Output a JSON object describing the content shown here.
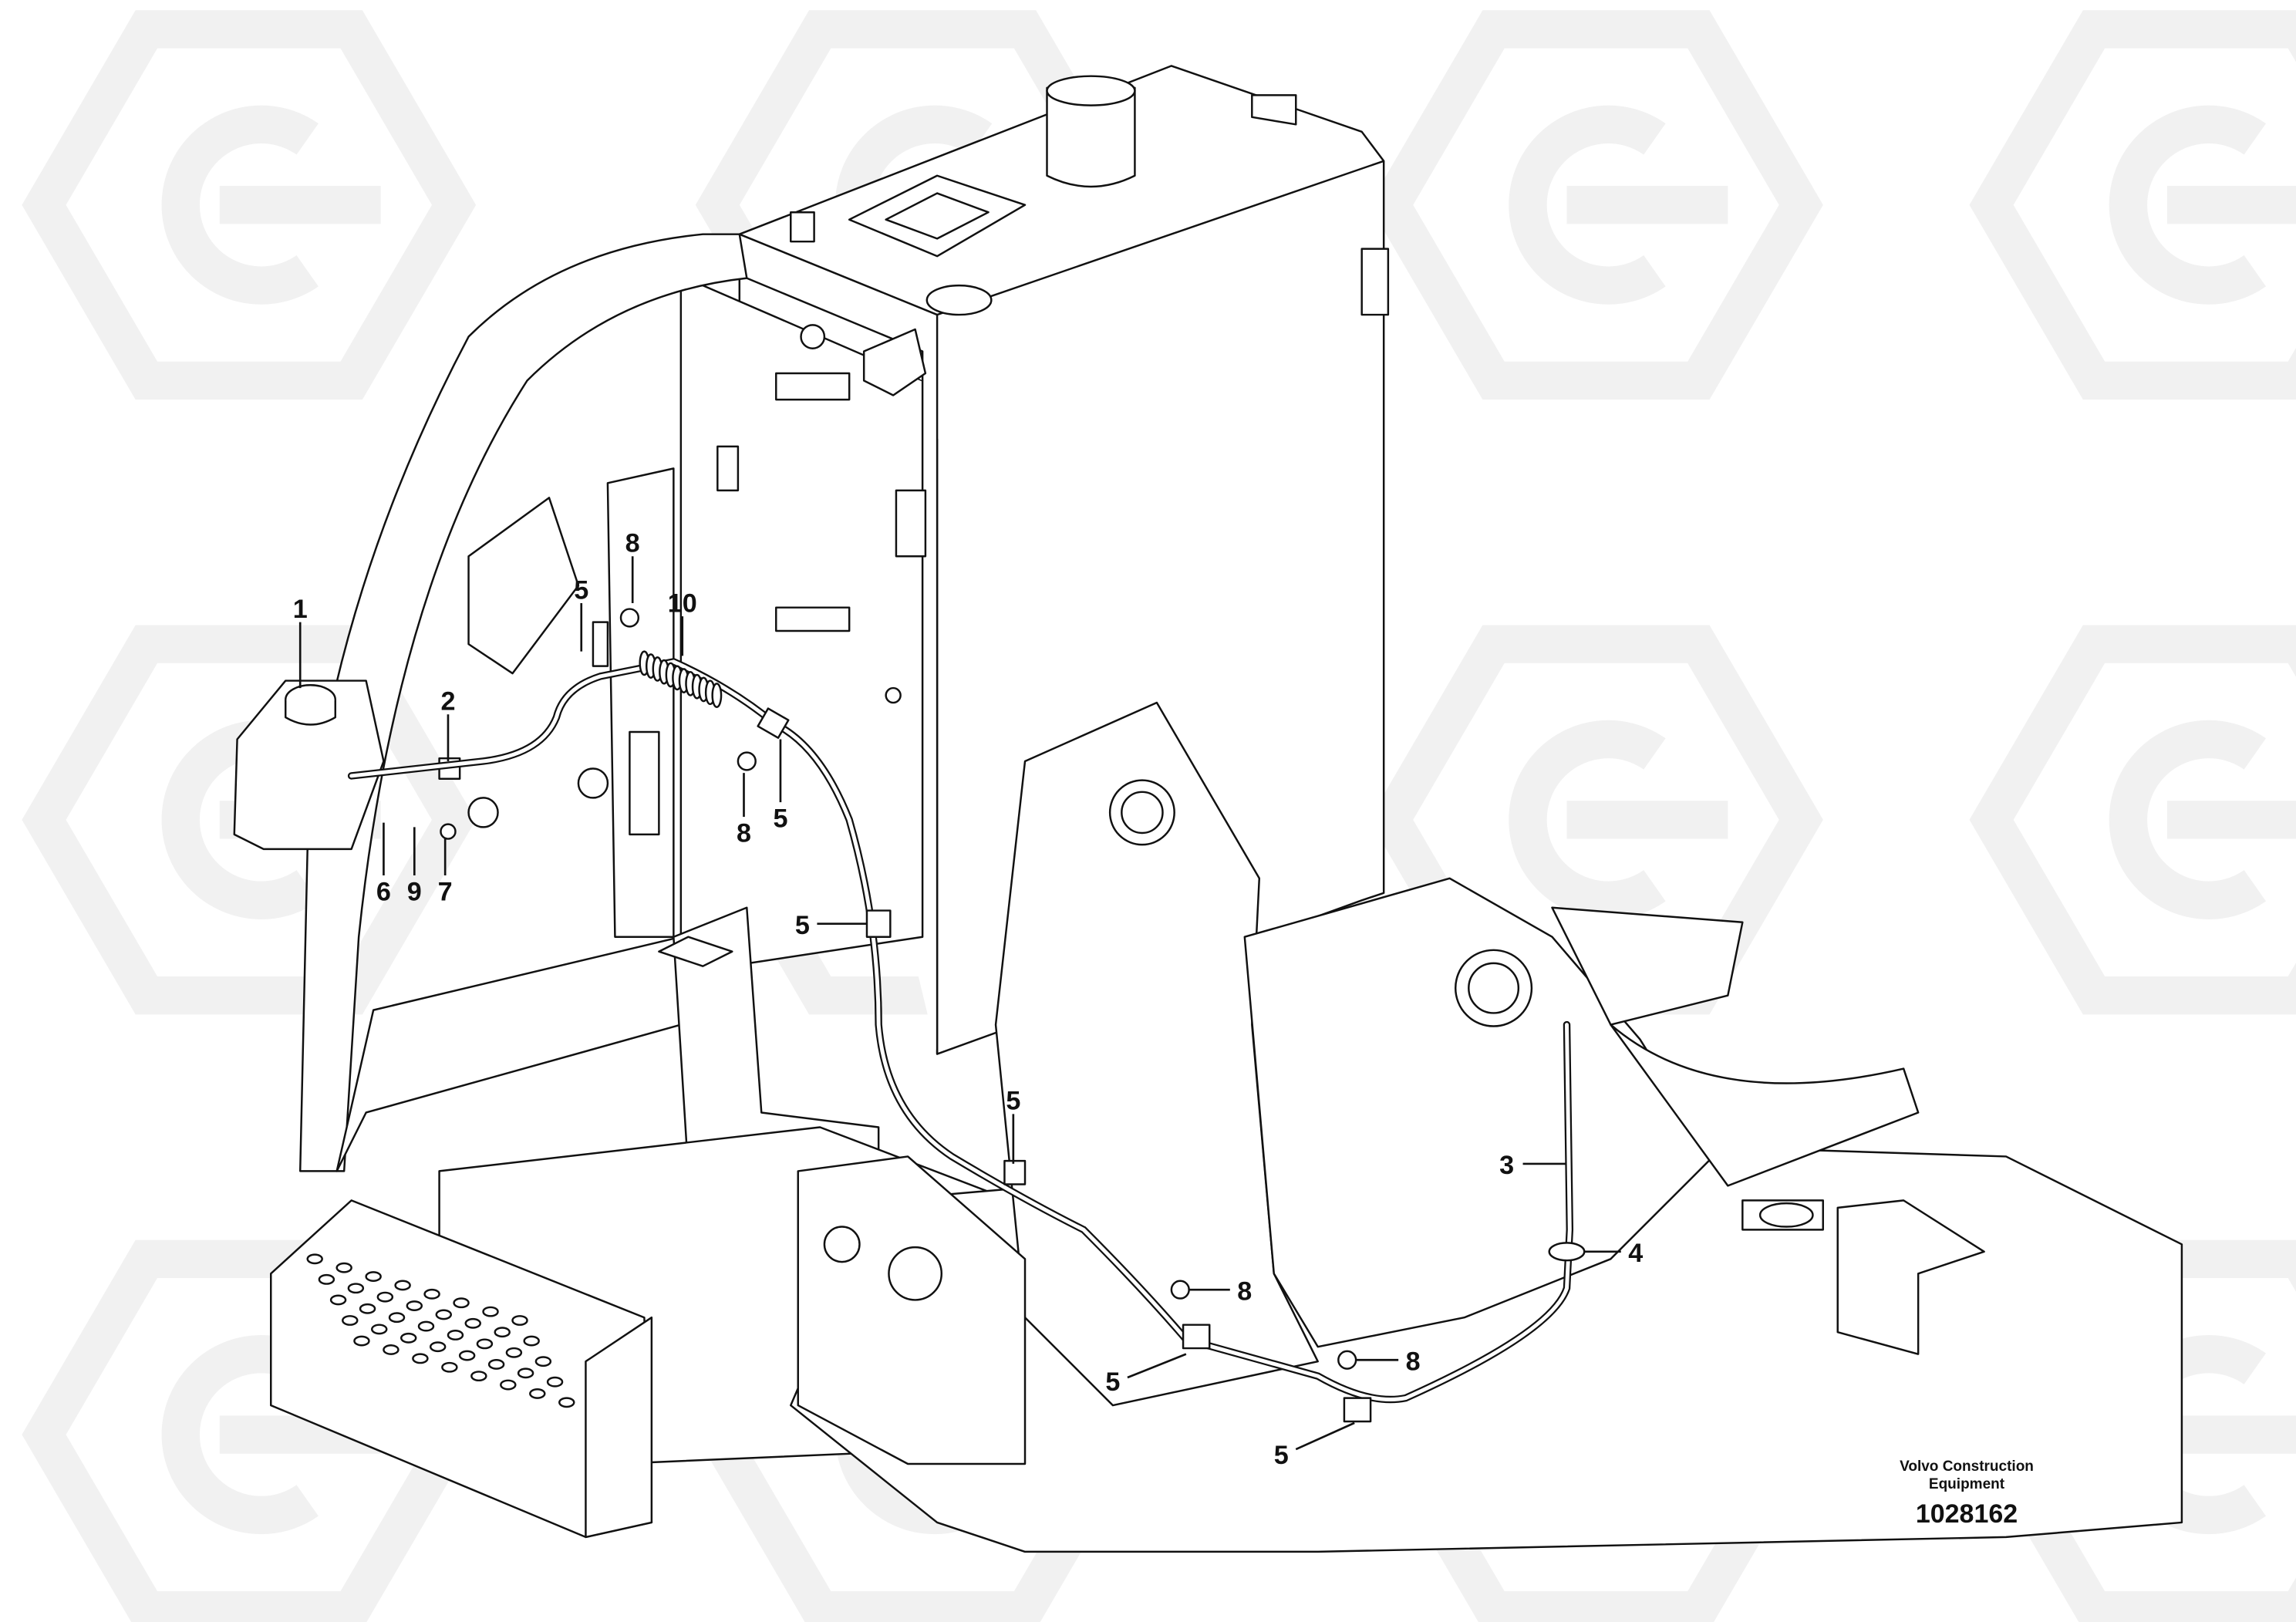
{
  "diagram": {
    "callouts": [
      {
        "id": "c1",
        "label": "1"
      },
      {
        "id": "c2",
        "label": "2"
      },
      {
        "id": "c5a",
        "label": "5"
      },
      {
        "id": "c8a",
        "label": "8"
      },
      {
        "id": "c10",
        "label": "10"
      },
      {
        "id": "c6",
        "label": "6"
      },
      {
        "id": "c9",
        "label": "9"
      },
      {
        "id": "c7",
        "label": "7"
      },
      {
        "id": "c8b",
        "label": "8"
      },
      {
        "id": "c5b",
        "label": "5"
      },
      {
        "id": "c5c",
        "label": "5"
      },
      {
        "id": "c5d",
        "label": "5"
      },
      {
        "id": "c3",
        "label": "3"
      },
      {
        "id": "c4",
        "label": "4"
      },
      {
        "id": "c8c",
        "label": "8"
      },
      {
        "id": "c5e",
        "label": "5"
      },
      {
        "id": "c8d",
        "label": "8"
      },
      {
        "id": "c5f",
        "label": "5"
      }
    ],
    "credit": {
      "company_line1": "Volvo Construction",
      "company_line2": "Equipment",
      "drawing_number": "1028162"
    }
  }
}
